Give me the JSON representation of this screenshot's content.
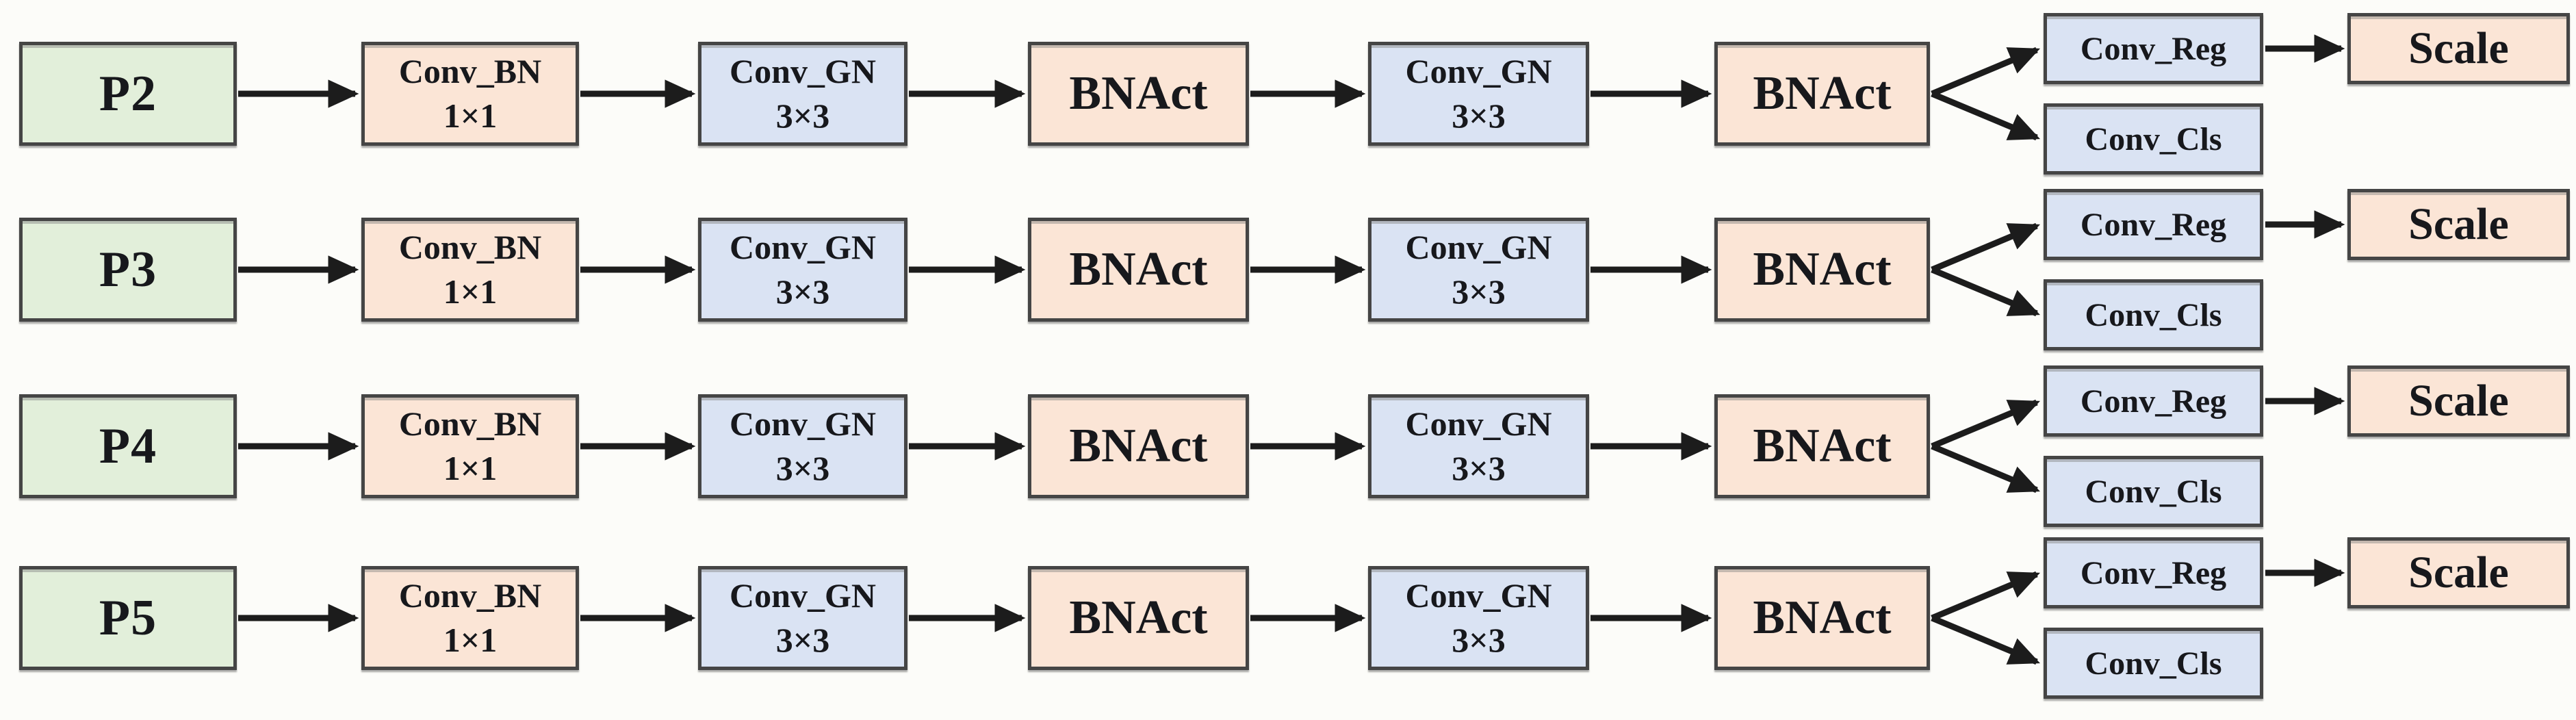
{
  "diagram": {
    "rows": [
      {
        "input": "P2"
      },
      {
        "input": "P3"
      },
      {
        "input": "P4"
      },
      {
        "input": "P5"
      }
    ],
    "stages": {
      "conv_bn": {
        "line1": "Conv_BN",
        "line2": "1×1"
      },
      "conv_gn": {
        "line1": "Conv_GN",
        "line2": "3×3"
      },
      "bnact": "BNAct",
      "conv_reg": "Conv_Reg",
      "conv_cls": "Conv_Cls",
      "scale": "Scale"
    },
    "icons": {
      "arrow_right": "arrow-right-icon",
      "fork": "fork-arrows-icon"
    }
  },
  "colors": {
    "input_fill": "#e2efda",
    "conv_fill": "#dae3f3",
    "act_fill": "#fbe5d6",
    "border_color": "#454545",
    "arrow_color": "#1c1c1c"
  }
}
